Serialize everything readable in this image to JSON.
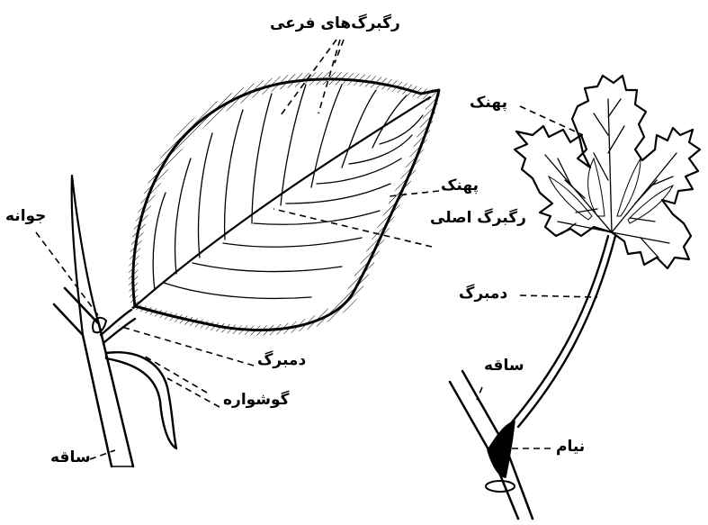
{
  "labels": {
    "secondary_veins": "رگبرگ‌های فرعی",
    "bud": "جوانه",
    "blade_left": "پهنک",
    "main_vein": "رگبرگ اصلی",
    "petiole_left": "دمبرگ",
    "stipule": "گوشواره",
    "stem_left": "ساقه",
    "blade_right": "پهنک",
    "petiole_right": "دمبرگ",
    "stem_right": "ساقه",
    "sheath": "نیام"
  },
  "colors": {
    "ink": "#000000",
    "background": "#ffffff"
  }
}
